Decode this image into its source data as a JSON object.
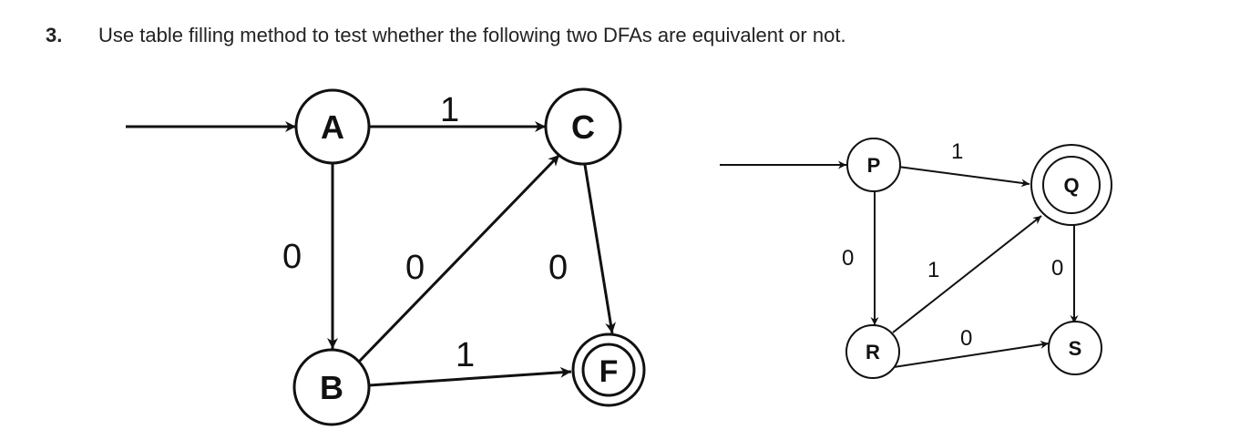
{
  "question": {
    "number": "3.",
    "text": "Use table filling method to test whether the following two DFAs are equivalent or not."
  },
  "dfa1": {
    "states": {
      "A": "A",
      "B": "B",
      "C": "C",
      "F": "F"
    },
    "labels": {
      "a_c": "1",
      "a_b": "0",
      "b_c": "0",
      "c_f": "0",
      "b_f": "1"
    }
  },
  "dfa2": {
    "states": {
      "P": "P",
      "Q": "Q",
      "R": "R",
      "S": "S"
    },
    "labels": {
      "p_q": "1",
      "p_r": "0",
      "r_q": "1",
      "q_s": "0",
      "r_s": "0"
    }
  }
}
